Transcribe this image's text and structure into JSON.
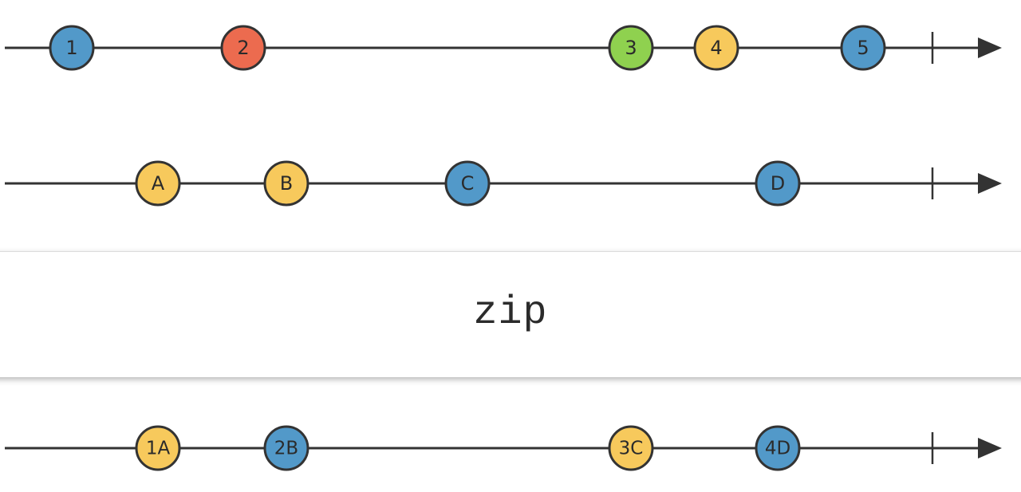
{
  "diagram": {
    "operator": "zip",
    "colors": {
      "blue": "#5299c9",
      "red": "#ec6b4f",
      "green": "#8fd14f",
      "yellow": "#f7c95c",
      "line": "#333333"
    },
    "timelines": [
      {
        "id": "input-1",
        "items": [
          {
            "label": "1",
            "color": "blue"
          },
          {
            "label": "2",
            "color": "red"
          },
          {
            "label": "3",
            "color": "green"
          },
          {
            "label": "4",
            "color": "yellow"
          },
          {
            "label": "5",
            "color": "blue"
          }
        ]
      },
      {
        "id": "input-2",
        "items": [
          {
            "label": "A",
            "color": "yellow"
          },
          {
            "label": "B",
            "color": "yellow"
          },
          {
            "label": "C",
            "color": "blue"
          },
          {
            "label": "D",
            "color": "blue"
          }
        ]
      },
      {
        "id": "output",
        "items": [
          {
            "label": "1A",
            "color": "yellow"
          },
          {
            "label": "2B",
            "color": "blue"
          },
          {
            "label": "3C",
            "color": "yellow"
          },
          {
            "label": "4D",
            "color": "blue"
          }
        ]
      }
    ]
  }
}
